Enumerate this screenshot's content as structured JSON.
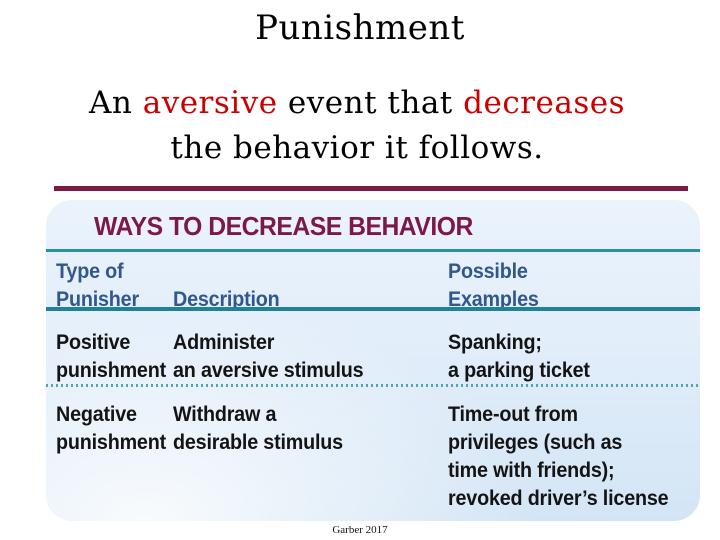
{
  "slide": {
    "title": "Punishment",
    "subtitle": {
      "part1": "An ",
      "highlight1": "aversive",
      "part2": " event that ",
      "highlight2": "decreases",
      "line2": "the behavior it follows."
    },
    "credit": "Garber 2017"
  },
  "figure": {
    "title": "WAYS TO DECREASE BEHAVIOR",
    "headers": {
      "col1": "Type of\nPunisher",
      "col2": "Description",
      "col3": "Possible\nExamples"
    },
    "rows": [
      {
        "type": "Positive\npunishment",
        "description": "Administer\nan aversive stimulus",
        "examples": "Spanking;\na parking ticket"
      },
      {
        "type": "Negative\npunishment",
        "description": "Withdraw a\ndesirable stimulus",
        "examples": "Time-out from\nprivileges (such as\ntime with friends);\nrevoked driver’s license"
      }
    ],
    "colors": {
      "top_rule": "#7b1b42",
      "figure_title_text": "#7d1847",
      "header_text": "#30588c",
      "divider_teal": "#2a8fa0",
      "divider_teal_dark": "#21809a",
      "divider_dotted": "#4fa6b0",
      "panel_top": "#ebf3fc",
      "panel_bottom": "#d3e5f5",
      "body_text": "#141414",
      "highlight_red": "#cc0000"
    }
  }
}
